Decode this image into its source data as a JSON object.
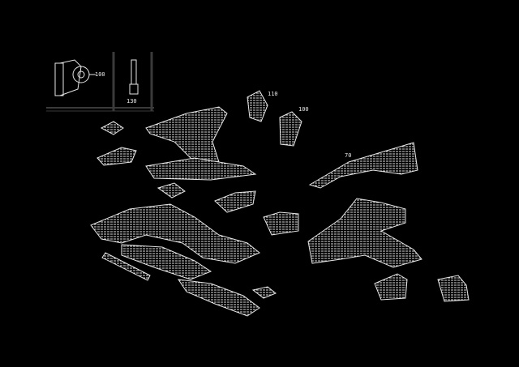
{
  "diagram": {
    "type": "exploded-parts-view",
    "style": {
      "background": "#000000",
      "line_color": "#e6e6e6",
      "frame_color": "#3a3a3a"
    },
    "inset": {
      "panels": [
        {
          "id": "inset-left",
          "part": "hinge-bracket",
          "label": "100"
        },
        {
          "id": "inset-right",
          "part": "bolt",
          "label": "130"
        }
      ]
    },
    "parts": [
      {
        "name": "small-clip-a",
        "label": ""
      },
      {
        "name": "bracket-small",
        "label": ""
      },
      {
        "name": "upper-crossmember",
        "label": ""
      },
      {
        "name": "mount-bracket-top-left",
        "label": "110"
      },
      {
        "name": "bracket-loop",
        "label": "100"
      },
      {
        "name": "side-rail-right",
        "label": "70"
      },
      {
        "name": "lower-bracket",
        "label": ""
      },
      {
        "name": "center-bracket",
        "label": ""
      },
      {
        "name": "main-frame",
        "label": ""
      },
      {
        "name": "rod",
        "label": ""
      },
      {
        "name": "support-block",
        "label": ""
      },
      {
        "name": "rear-crossmember",
        "label": ""
      },
      {
        "name": "lower-rail",
        "label": ""
      },
      {
        "name": "bushing",
        "label": ""
      },
      {
        "name": "bracket-bottom-a",
        "label": ""
      },
      {
        "name": "bracket-bottom-b",
        "label": ""
      }
    ]
  }
}
